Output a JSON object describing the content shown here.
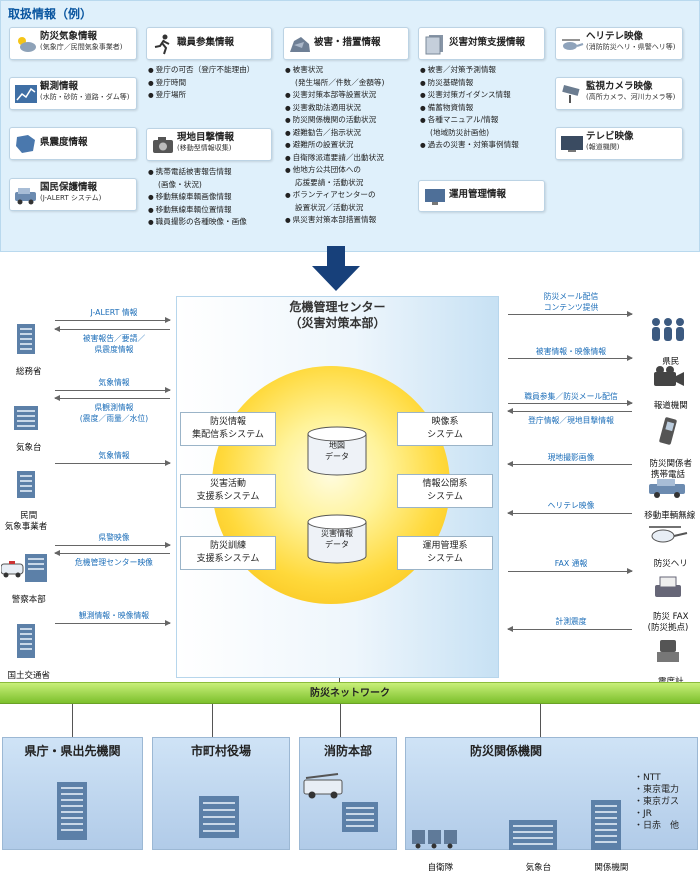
{
  "info_panel": {
    "title": "取扱情報（例）",
    "boxes": {
      "disaster_weather": {
        "title": "防災気象情報",
        "subtitle": "(気象庁／民間気象事業者)",
        "icon": "weather-icon"
      },
      "observation": {
        "title": "観測情報",
        "subtitle": "(水防・砂防・道路・ダム等)",
        "icon": "chart-icon"
      },
      "prefecture_seismic": {
        "title": "県震度情報",
        "icon": "map-icon"
      },
      "civil_protection": {
        "title": "国民保護情報",
        "subtitle": "(J-ALERT システム)",
        "icon": "vehicle-icon"
      },
      "staff_attendance": {
        "title": "職員参集情報",
        "icon": "running-person-icon"
      },
      "field_sighting": {
        "title": "現地目撃情報",
        "subtitle": "(移動型情報収集)",
        "icon": "camera-icon"
      },
      "damage_measures": {
        "title": "被害・措置情報",
        "icon": "collapsed-house-icon"
      },
      "support_info": {
        "title": "災害対策支援情報",
        "icon": "documents-icon"
      },
      "operations": {
        "title": "運用管理情報",
        "icon": "monitor-icon"
      },
      "heli_tv": {
        "title": "ヘリテレ映像",
        "subtitle": "(消防防災ヘリ・県警ヘリ等)",
        "icon": "helicopter-icon"
      },
      "cctv": {
        "title": "監視カメラ映像",
        "subtitle": "(高所カメラ、河川カメラ等)",
        "icon": "cctv-icon"
      },
      "tv": {
        "title": "テレビ映像",
        "subtitle": "(報道機関)",
        "icon": "tv-icon"
      }
    },
    "lists": {
      "staff": [
        "登庁の可否（登庁不能理由）",
        "登庁時間",
        "登庁場所"
      ],
      "field": [
        "携帯電話被害報告情報",
        "(画像・状況)",
        "移動無線車輌画像情報",
        "移動無線車輌位置情報",
        "職員撮影の各種映像・画像"
      ],
      "damage": [
        "被害状況",
        "(発生場所／件数／金額等)",
        "災害対策本部等設置状況",
        "災害救助法適用状況",
        "防災関係機関の活動状況",
        "避難勧告／指示状況",
        "避難所の設置状況",
        "自衛隊派遣要請／出動状況",
        "他地方公共団体への",
        "応援要請・活動状況",
        "ボランティアセンターの",
        "設置状況／活動状況",
        "県災害対策本部措置情報"
      ],
      "support": [
        "被害／対策予測情報",
        "防災基礎情報",
        "災害対策ガイダンス情報",
        "備蓄物資情報",
        "各種マニュアル/情報",
        "(地域防災計画他)",
        "過去の災害・対策事例情報"
      ]
    }
  },
  "center": {
    "title": "危機管理センター\n（災害対策本部）",
    "systems": {
      "s1": "防災情報\n集配信系システム",
      "s2": "災害活動\n支援系システム",
      "s3": "防災訓練\n支援系システム",
      "s4": "映像系\nシステム",
      "s5": "情報公開系\nシステム",
      "s6": "運用管理系\nシステム"
    },
    "databases": {
      "map": "地図\nデータ",
      "disaster": "災害情報\nデータ"
    }
  },
  "left_entities": {
    "e1": "総務省",
    "e2": "気象台",
    "e3": "民間\n気象事業者",
    "e4": "警察本部",
    "e5": "国土交通省"
  },
  "left_flows": {
    "f1": "J-ALERT 情報",
    "f2": "被害報告／要請／\n県震度情報",
    "f3": "気象情報",
    "f4": "県観測情報\n(震度／雨量／水位)",
    "f5": "気象情報",
    "f6": "県警映像",
    "f7": "危機管理センター映像",
    "f8": "観測情報・映像情報"
  },
  "right_entities": {
    "r1": "県民",
    "r2": "報道機関",
    "r3": "防災関係者\n携帯電話",
    "r4": "移動車輌無線",
    "r5": "防災ヘリ",
    "r6": "防災 FAX\n(防災拠点)",
    "r7": "震度計"
  },
  "right_flows": {
    "g1": "防災メール配信\nコンテンツ提供",
    "g2": "被害情報・映像情報",
    "g3": "職員参集／防災メール配信",
    "g4": "登庁情報／現地目撃情報",
    "g5": "現地撮影画像",
    "g6": "ヘリテレ映像",
    "g7": "FAX 通報",
    "g8": "計測震度"
  },
  "network": {
    "label": "防災ネットワーク"
  },
  "bottom": {
    "b1": "県庁・県出先機関",
    "b2": "市町村役場",
    "b3": "消防本部",
    "b4": "防災関係機関",
    "agencies": {
      "sdf": "自衛隊",
      "met": "気象台",
      "related": "関係機関"
    },
    "org_list": [
      "・NTT",
      "・東京電力",
      "・東京ガス",
      "・JR",
      "・日赤　他"
    ]
  },
  "colors": {
    "accent_blue": "#0a56a0",
    "flow_blue": "#1b6db8",
    "network_green": "#7cc02c",
    "sun_yellow": "#ffd93b"
  }
}
